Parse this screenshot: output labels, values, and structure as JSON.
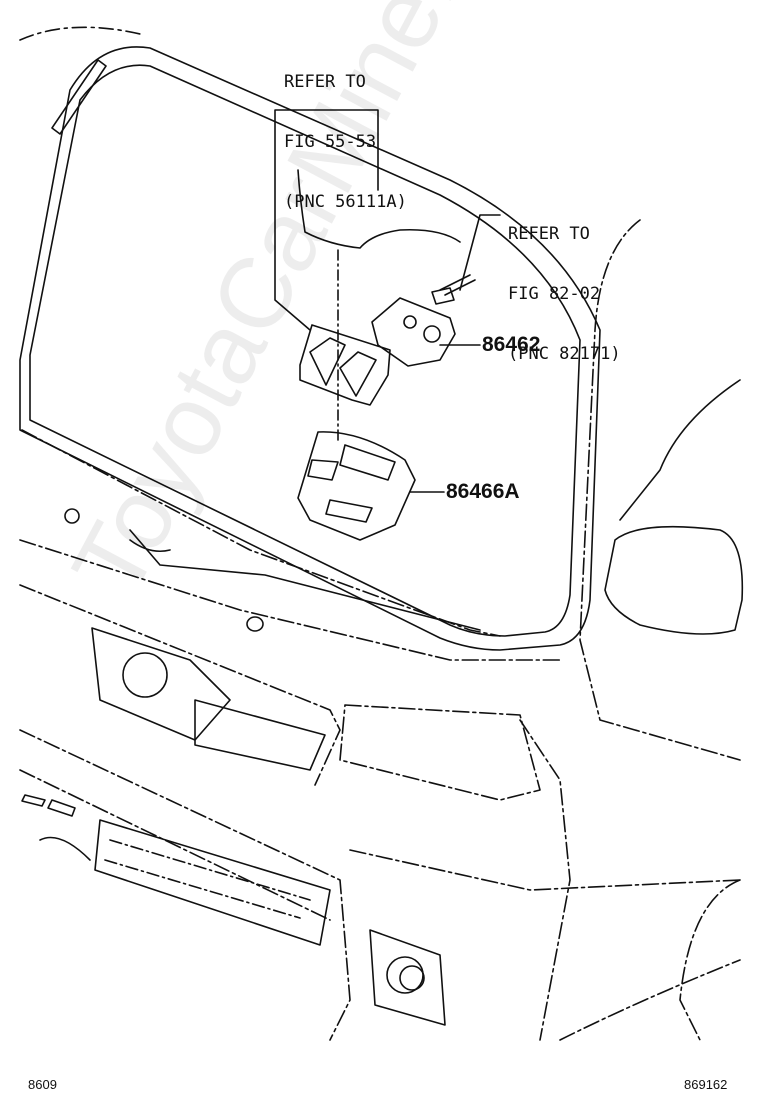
{
  "callouts": {
    "windshield_ref": {
      "line1": "REFER TO",
      "line2": "FIG 55-53",
      "line3": "(PNC 56111A)"
    },
    "wire_ref": {
      "line1": "REFER TO",
      "line2": "FIG 82-02",
      "line3": "(PNC 82171)"
    }
  },
  "part_numbers": {
    "lamp": "86462",
    "cover": "86466A"
  },
  "footer": {
    "left_code": "8609",
    "right_code": "869162"
  },
  "watermark": "ToyotaCarMine.ru"
}
